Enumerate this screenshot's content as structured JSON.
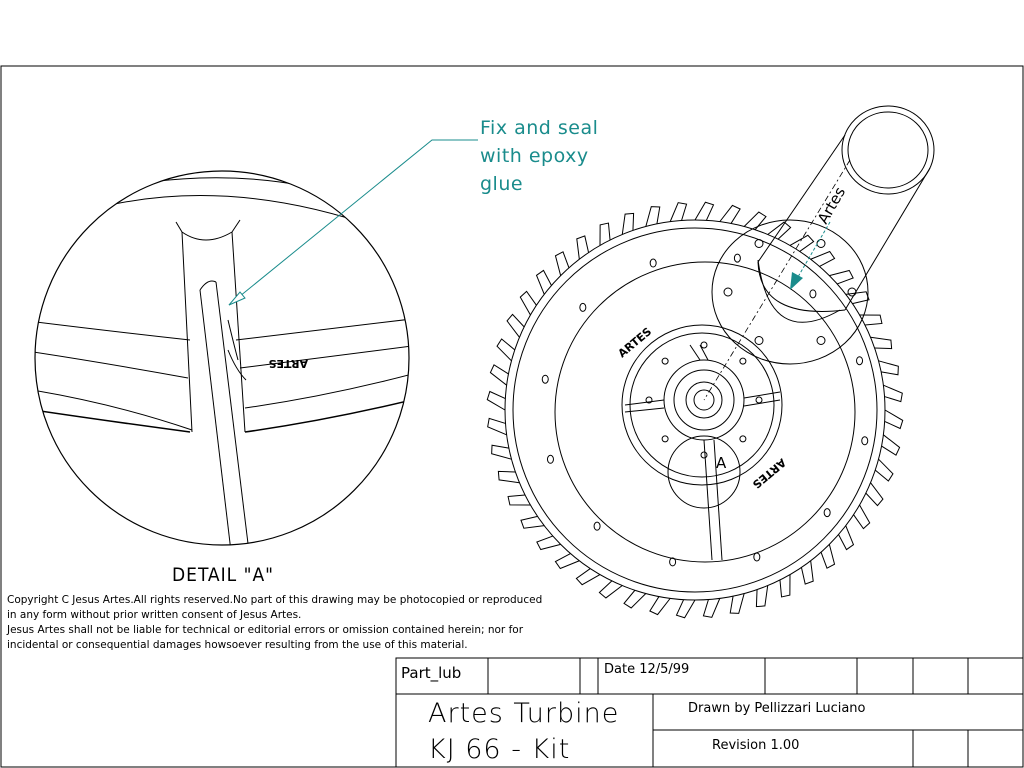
{
  "annotation": {
    "lines": [
      "Fix and seal",
      "with epoxy",
      "glue"
    ]
  },
  "detail": {
    "caption": "DETAIL \"A\"",
    "stamp": "ARTES"
  },
  "main_view": {
    "tube_label": "Artes",
    "disc_stamp_top": "ARTES",
    "disc_stamp_bottom": "ARTES",
    "detail_marker": "A"
  },
  "copyright": {
    "lines": [
      "Copyright C Jesus Artes.All rights reserved.No part of this drawing may be photocopied or reproduced",
      "in any form without prior written consent of Jesus Artes.",
      "Jesus Artes shall not be liable for technical or editorial errors or omission contained herein; nor for",
      "incidental or consequential damages howsoever resulting from the use of this material."
    ]
  },
  "title_block": {
    "part": "Part_lub",
    "date": "Date 12/5/99",
    "title_line1": "Artes Turbine",
    "title_line2": "KJ 66 - Kit",
    "drawn_by": "Drawn by  Pellizzari Luciano",
    "revision": "Revision 1.00"
  },
  "colors": {
    "line": "#000000",
    "annotation": "#1a8c8c",
    "background": "#ffffff"
  }
}
